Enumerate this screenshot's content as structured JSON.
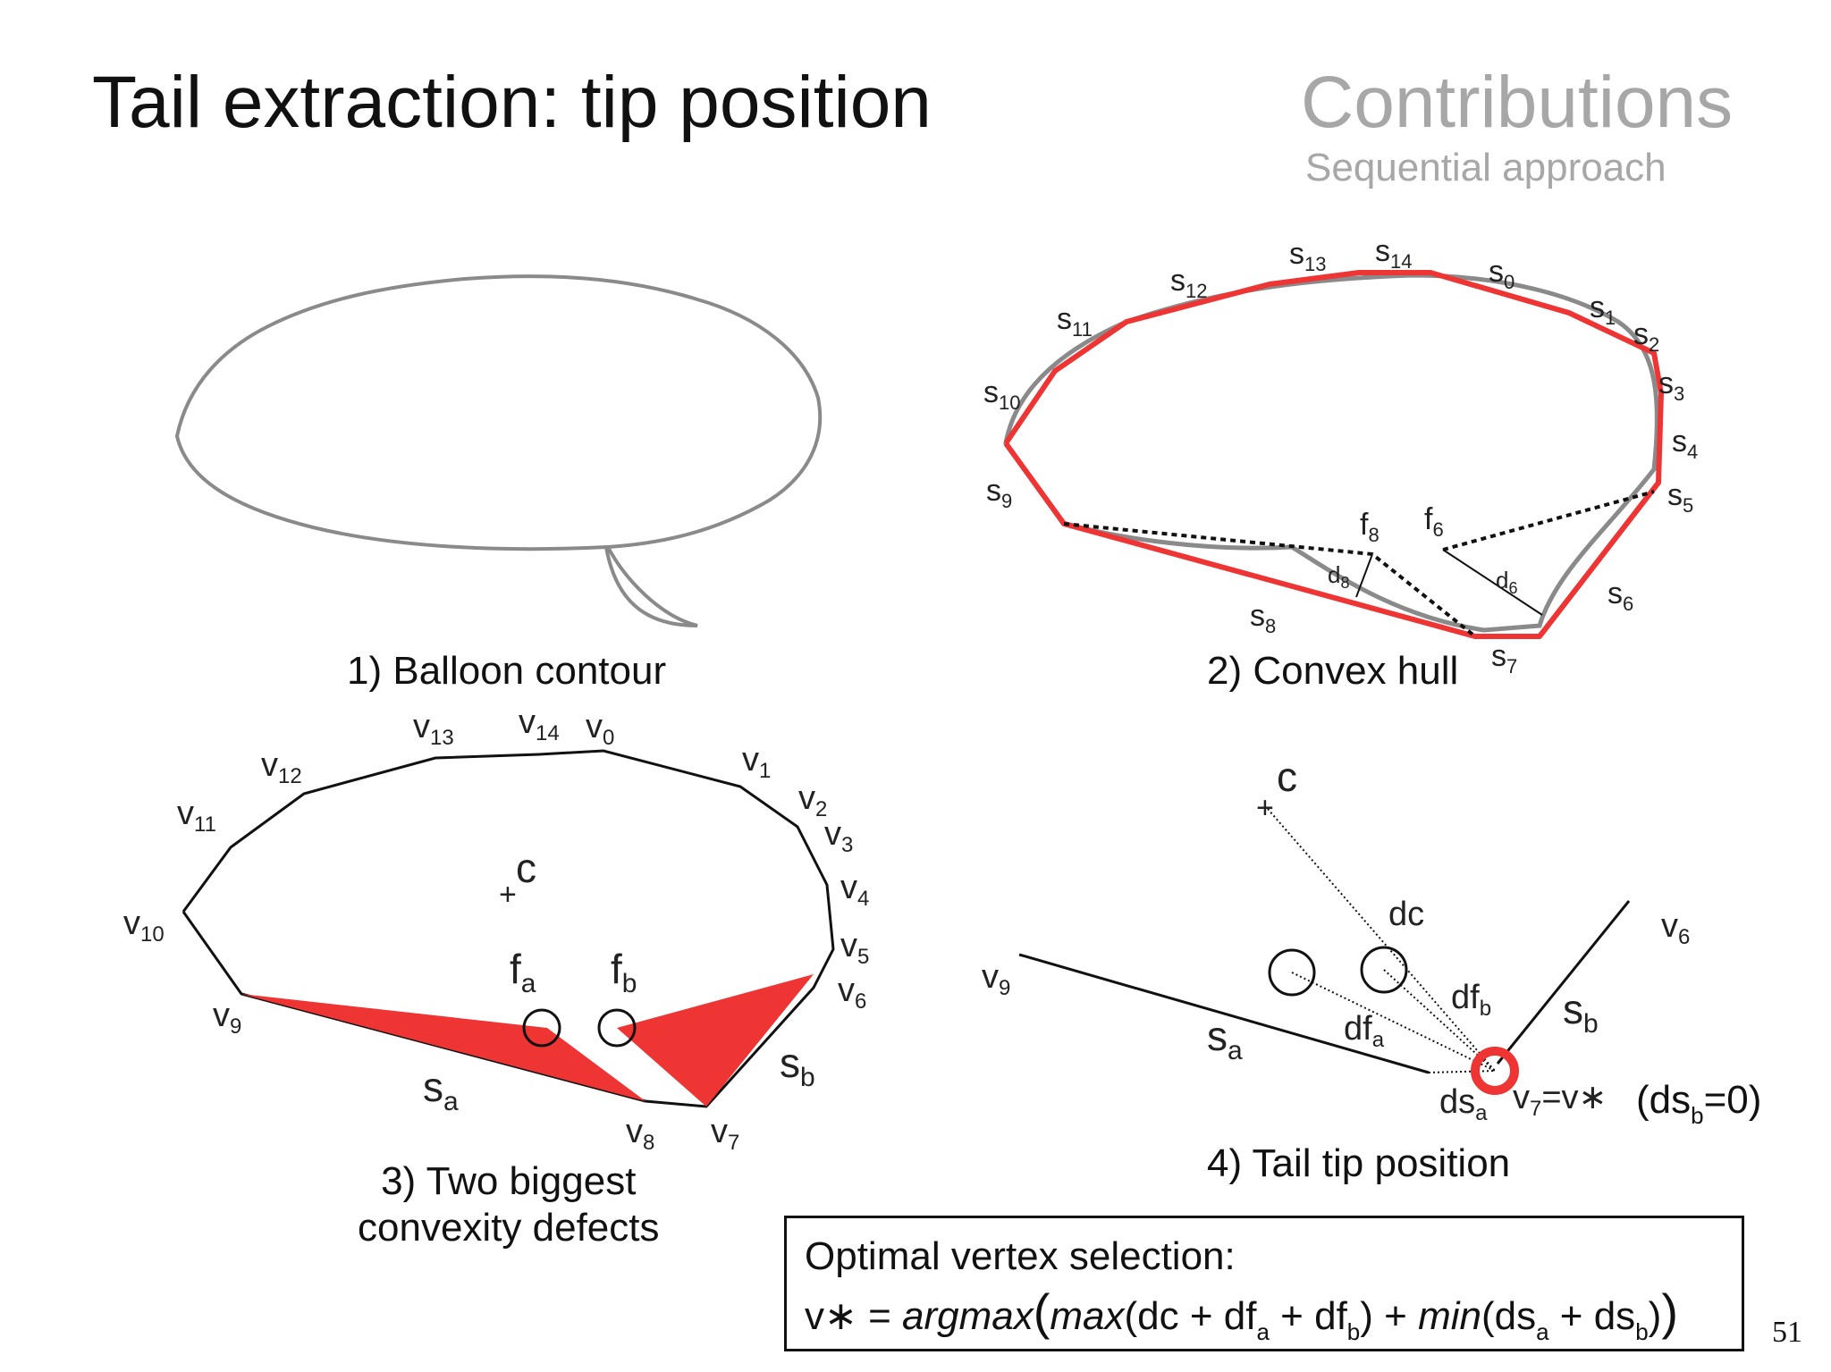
{
  "title": "Tail extraction: tip position",
  "section": "Contributions",
  "subsection": "Sequential approach",
  "captions": {
    "balloon": "1) Balloon contour",
    "hull": "2) Convex hull",
    "defects_line1": "3) Two biggest",
    "defects_line2": "convexity defects",
    "tip": "4) Tail tip position"
  },
  "hull_labels": [
    "s0",
    "s1",
    "s2",
    "s3",
    "s4",
    "s5",
    "s6",
    "s7",
    "s8",
    "s9",
    "s10",
    "s11",
    "s12",
    "s13",
    "s14",
    "f8",
    "f6",
    "d8",
    "d6"
  ],
  "defect_labels": [
    "v0",
    "v1",
    "v2",
    "v3",
    "v4",
    "v5",
    "v6",
    "v7",
    "v8",
    "v9",
    "v10",
    "v11",
    "v12",
    "v13",
    "v14",
    "c",
    "fa",
    "fb",
    "sa",
    "sb"
  ],
  "tip_labels": [
    "c",
    "dc",
    "dfb",
    "dfa",
    "sa",
    "sb",
    "v9",
    "v6",
    "dsa"
  ],
  "tip_note": "(ds",
  "tip_note_sub": "b",
  "tip_note_end": "=0)",
  "tip_equation": "v7=v∗",
  "formula": {
    "heading": "Optimal vertex selection:",
    "lhs": "v∗ = ",
    "argmax": "argmax",
    "max": "max",
    "min": "min"
  },
  "page_number": "51",
  "colors": {
    "accent_red": "#ef3434",
    "muted_gray": "#a7a7a7"
  }
}
